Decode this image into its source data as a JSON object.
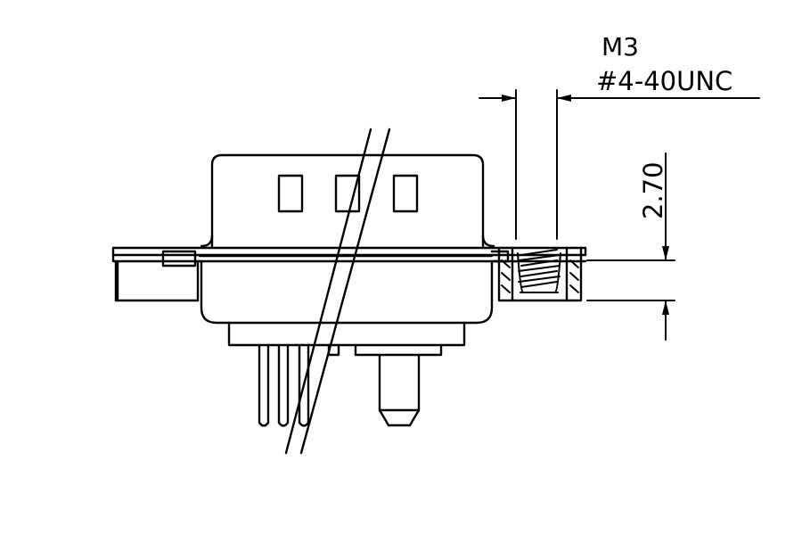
{
  "annotations": {
    "thread_metric": "M3",
    "thread_unc": "#4-40UNC",
    "depth_dimension": "2.70"
  },
  "colors": {
    "line": "#000000",
    "background": "#ffffff"
  }
}
